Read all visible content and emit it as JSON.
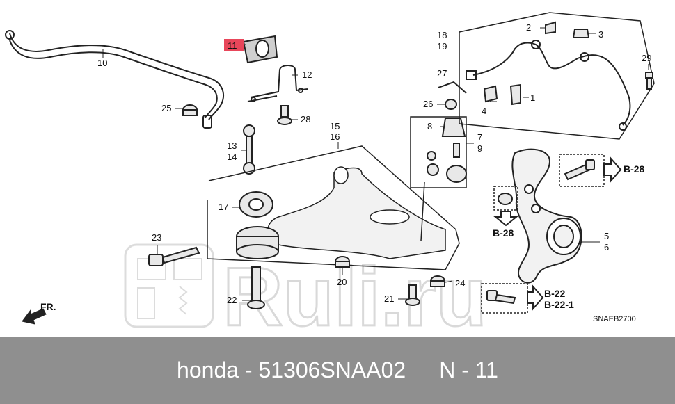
{
  "diagram": {
    "diagram_code": "SNAEB2700",
    "direction_label": "FR.",
    "watermark_text": "Ruli.ru",
    "highlight_color": "#e8465a",
    "line_color": "#222222",
    "part_labels": {
      "p1": "1",
      "p2": "2",
      "p3": "3",
      "p4": "4",
      "p5": "5",
      "p6": "6",
      "p7": "7",
      "p8": "8",
      "p9": "9",
      "p10": "10",
      "p11": "11",
      "p12": "12",
      "p13": "13",
      "p14": "14",
      "p15": "15",
      "p16": "16",
      "p17": "17",
      "p18": "18",
      "p19": "19",
      "p20": "20",
      "p21": "21",
      "p22": "22",
      "p23": "23",
      "p24": "24",
      "p25": "25",
      "p26": "26",
      "p27": "27",
      "p28": "28",
      "p29": "29"
    },
    "references": {
      "b28_right": "B-28",
      "b28_below": "B-28",
      "b22": "B-22",
      "b22_1": "B-22-1"
    }
  },
  "footer": {
    "brand": "honda",
    "separator": "-",
    "part_number": "51306SNAA02",
    "position": "N - 11"
  }
}
